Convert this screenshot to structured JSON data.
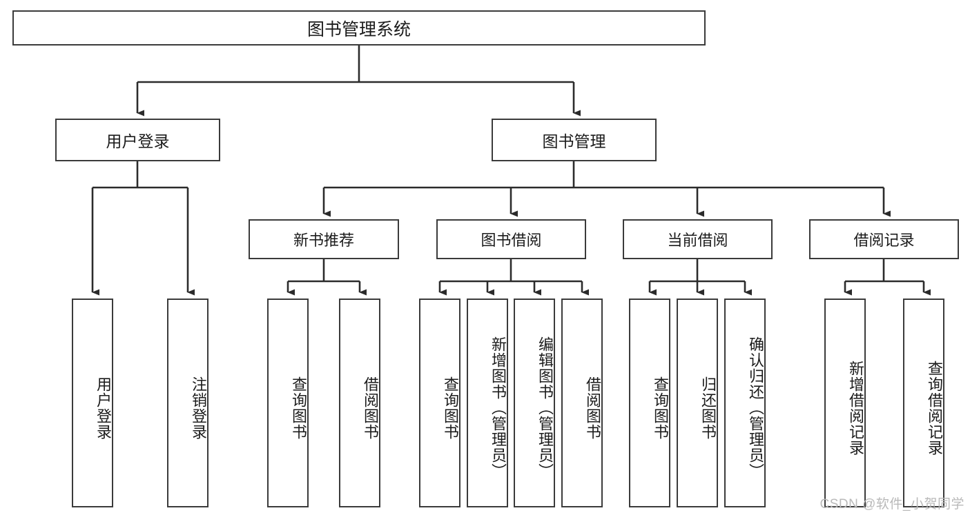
{
  "diagram": {
    "title": "图书管理系统",
    "type": "tree-hierarchy",
    "watermark": "CSDN @软件_小贺同学",
    "colors": {
      "box_border": "#3a3a3a",
      "box_fill": "#ffffff",
      "connector": "#2b2b2b",
      "text": "#1b1b1b",
      "watermark": "#b9b9b9",
      "background": "#ffffff"
    },
    "root": {
      "label": "图书管理系统"
    },
    "level1": [
      {
        "label": "用户登录"
      },
      {
        "label": "图书管理"
      }
    ],
    "level2": [
      {
        "label": "新书推荐"
      },
      {
        "label": "图书借阅"
      },
      {
        "label": "当前借阅"
      },
      {
        "label": "借阅记录"
      }
    ],
    "leaves": {
      "user_login": [
        {
          "label": "用户登录"
        },
        {
          "label": "注销登录"
        }
      ],
      "new_book_recommend": [
        {
          "label": "查询图书"
        },
        {
          "label": "借阅图书"
        }
      ],
      "book_borrow": [
        {
          "label": "查询图书"
        },
        {
          "label": "新增图书（管理员）"
        },
        {
          "label": "编辑图书（管理员）"
        },
        {
          "label": "借阅图书"
        }
      ],
      "current_borrow": [
        {
          "label": "查询图书"
        },
        {
          "label": "归还图书"
        },
        {
          "label": "确认归还（管理员）"
        }
      ],
      "borrow_record": [
        {
          "label": "新增借阅记录"
        },
        {
          "label": "查询借阅记录"
        }
      ]
    }
  }
}
